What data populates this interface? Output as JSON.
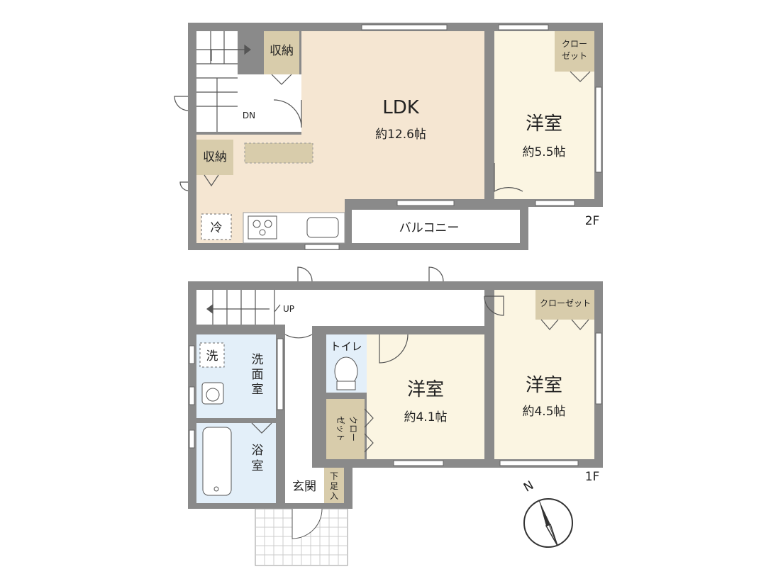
{
  "floors": {
    "second": {
      "label": "2F",
      "rooms": {
        "ldk": {
          "name": "LDK",
          "size": "約12.6帖"
        },
        "western": {
          "name": "洋室",
          "size": "約5.5帖"
        },
        "balcony": {
          "name": "バルコニー"
        },
        "storage_top": {
          "name": "収納"
        },
        "storage_left": {
          "name": "収納"
        },
        "closet": {
          "line1": "クロー",
          "line2": "ゼット"
        },
        "fridge": {
          "name": "冷"
        },
        "stairs": {
          "dir": "DN"
        }
      }
    },
    "first": {
      "label": "1F",
      "rooms": {
        "western_center": {
          "name": "洋室",
          "size": "約4.1帖"
        },
        "western_right": {
          "name": "洋室",
          "size": "約4.5帖"
        },
        "closet_right": {
          "name": "クローゼット"
        },
        "closet_center": {
          "col1": "クロー",
          "col2": "ゼット"
        },
        "toilet": {
          "name": "トイレ"
        },
        "washroom": {
          "line1": "洗",
          "line2": "面",
          "line3": "室"
        },
        "bath": {
          "line1": "浴",
          "line2": "室"
        },
        "washer": {
          "name": "洗"
        },
        "entrance": {
          "name": "玄関"
        },
        "shoe_box": {
          "line1": "下",
          "line2": "足",
          "line3": "入"
        },
        "stairs": {
          "dir": "UP"
        }
      }
    }
  },
  "compass": {
    "north": "N"
  },
  "colors": {
    "wall": "#8a8a8a",
    "ldk": "#f5e6d2",
    "western": "#fbf5e2",
    "storage": "#d8ccab",
    "wet": "#e3eff9",
    "window": "#ffffff"
  }
}
